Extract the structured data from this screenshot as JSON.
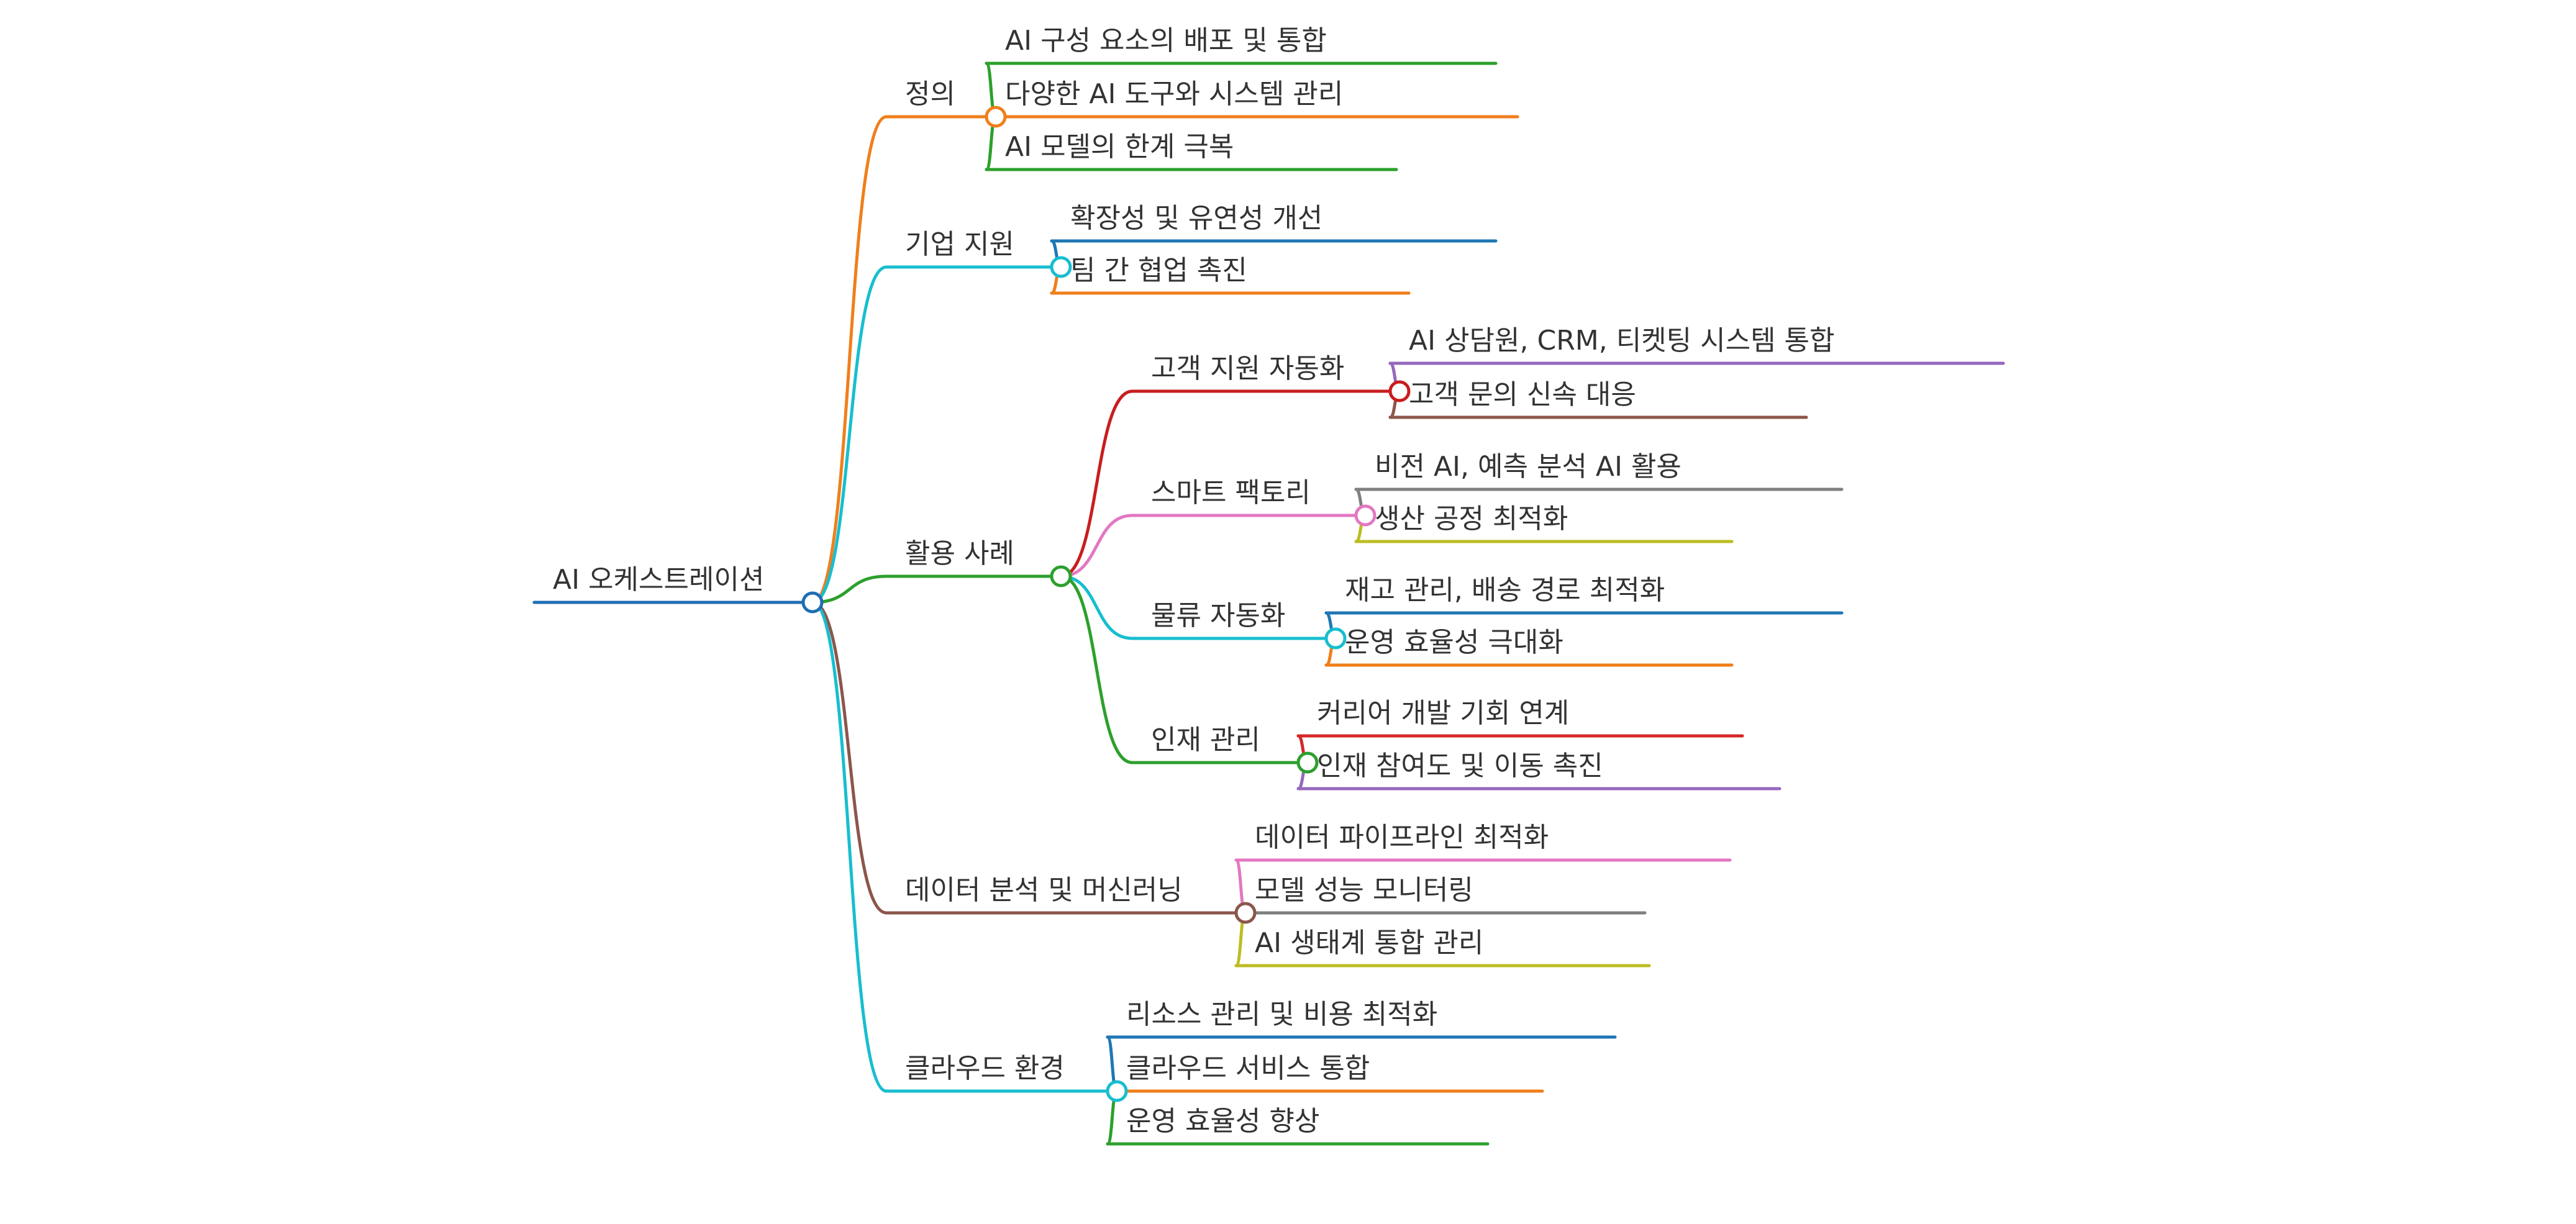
{
  "mindmap": {
    "root": {
      "label": "AI 오케스트레이션",
      "color": "#1f6db3"
    },
    "branches": [
      {
        "label": "정의",
        "color": "#f07f1b",
        "children": [
          {
            "label": "AI 구성 요소의 배포 및 통합",
            "color": "#2ca02c"
          },
          {
            "label": "다양한 AI 도구와 시스템 관리",
            "color": "#f07f1b"
          },
          {
            "label": "AI 모델의 한계 극복",
            "color": "#2ca02c"
          }
        ]
      },
      {
        "label": "기업 지원",
        "color": "#17becf",
        "children": [
          {
            "label": "확장성 및 유연성 개선",
            "color": "#1f77b4"
          },
          {
            "label": "팀 간 협업 촉진",
            "color": "#f07f1b"
          }
        ]
      },
      {
        "label": "활용 사례",
        "color": "#2ca02c",
        "children": [
          {
            "label": "고객 지원 자동화",
            "color": "#c81e1e",
            "children": [
              {
                "label": "AI 상담원, CRM, 티켓팅 시스템 통합",
                "color": "#9467bd"
              },
              {
                "label": "고객 문의 신속 대응",
                "color": "#8c564b"
              }
            ]
          },
          {
            "label": "스마트 팩토리",
            "color": "#e377c2",
            "children": [
              {
                "label": "비전 AI, 예측 분석 AI 활용",
                "color": "#7f7f7f"
              },
              {
                "label": "생산 공정 최적화",
                "color": "#bcbd22"
              }
            ]
          },
          {
            "label": "물류 자동화",
            "color": "#17becf",
            "children": [
              {
                "label": "재고 관리, 배송 경로 최적화",
                "color": "#1f77b4"
              },
              {
                "label": "운영 효율성 극대화",
                "color": "#f07f1b"
              }
            ]
          },
          {
            "label": "인재 관리",
            "color": "#2ca02c",
            "children": [
              {
                "label": "커리어 개발 기회 연계",
                "color": "#d62728"
              },
              {
                "label": "인재 참여도 및 이동 촉진",
                "color": "#9467bd"
              }
            ]
          }
        ]
      },
      {
        "label": "데이터 분석 및 머신러닝",
        "color": "#8c564b",
        "children": [
          {
            "label": "데이터 파이프라인 최적화",
            "color": "#e377c2"
          },
          {
            "label": "모델 성능 모니터링",
            "color": "#7f7f7f"
          },
          {
            "label": "AI 생태계 통합 관리",
            "color": "#bcbd22"
          }
        ]
      },
      {
        "label": "클라우드 환경",
        "color": "#17becf",
        "children": [
          {
            "label": "리소스 관리 및 비용 최적화",
            "color": "#1f77b4"
          },
          {
            "label": "클라우드 서비스 통합",
            "color": "#f07f1b"
          },
          {
            "label": "운영 효율성 향상",
            "color": "#2ca02c"
          }
        ]
      }
    ]
  }
}
